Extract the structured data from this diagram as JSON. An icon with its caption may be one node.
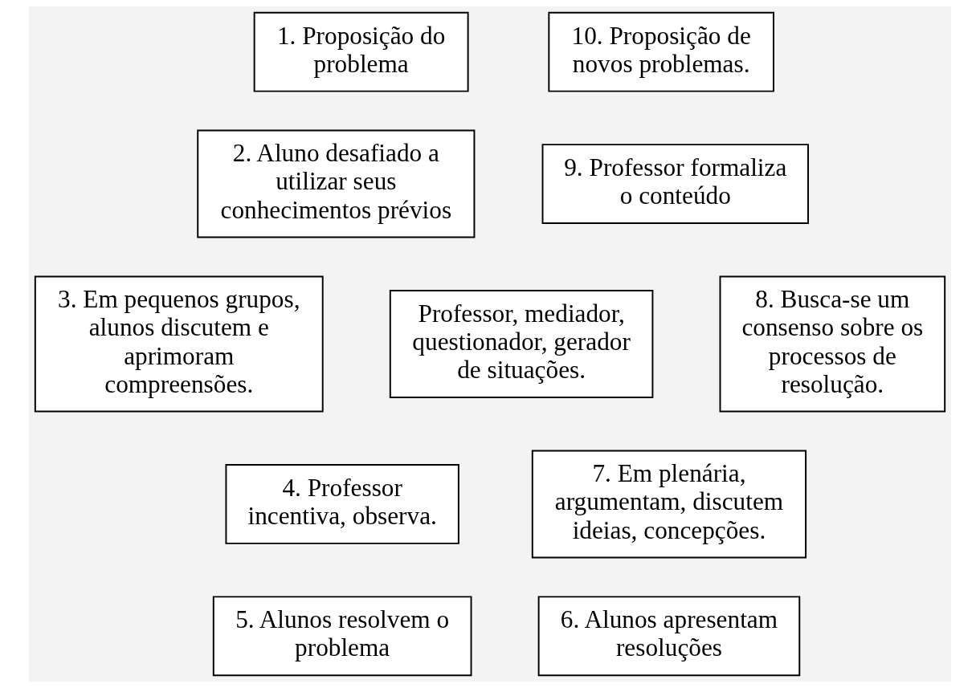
{
  "diagram": {
    "nodes": [
      {
        "text": [
          "1. Proposição do problema"
        ]
      },
      {
        "text": [
          "2. Aluno desafiado a utilizar seus conhecimentos prévios"
        ]
      },
      {
        "text": [
          "3. Em pequenos grupos, alunos discutem e aprimoram compreensões."
        ]
      },
      {
        "text": [
          "4. Professor incentiva, observa."
        ]
      },
      {
        "text": [
          "5. Alunos resolvem o problema"
        ]
      },
      {
        "text": [
          "6. Alunos apresentam resoluções"
        ]
      },
      {
        "text": [
          "7. Em plenária, argumentam, discutem ideias, concepções."
        ]
      },
      {
        "text": [
          "8. Busca-se um consenso sobre os processos de resolução."
        ]
      },
      {
        "text": [
          "9. Professor formaliza o conteúdo"
        ]
      },
      {
        "text": [
          "10. Proposição de novos problemas."
        ]
      },
      {
        "text": [
          "Professor, mediador, questionador, gerador de situações."
        ]
      }
    ],
    "edges": []
  }
}
